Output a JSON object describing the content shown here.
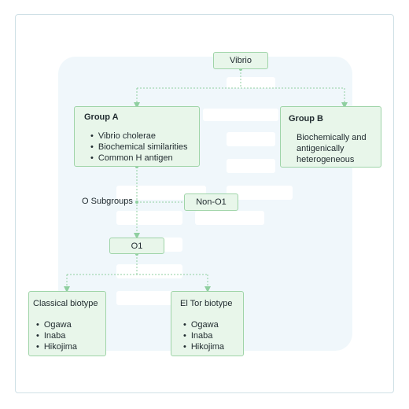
{
  "diagram": {
    "root": {
      "label": "Vibrio"
    },
    "group_a": {
      "title": "Group A",
      "items": [
        "Vibrio cholerae",
        "Biochemical similarities",
        "Common H antigen"
      ]
    },
    "group_b": {
      "title": "Group B",
      "lines": [
        "Biochemically and",
        "antigenically",
        "heterogeneous"
      ]
    },
    "o_subgroups": {
      "label": "O Subgroups"
    },
    "non_o1": {
      "label": "Non-O1"
    },
    "o1": {
      "label": "O1"
    },
    "classical": {
      "title": "Classical biotype",
      "items": [
        "Ogawa",
        "Inaba",
        "Hikojima"
      ]
    },
    "el_tor": {
      "title": "El Tor biotype",
      "items": [
        "Ogawa",
        "Inaba",
        "Hikojima"
      ]
    },
    "colors": {
      "node_fill": "#e8f6ea",
      "node_border": "#9fd4a8",
      "connector": "#8fcfa0",
      "panel": "#f0f7fb"
    }
  }
}
